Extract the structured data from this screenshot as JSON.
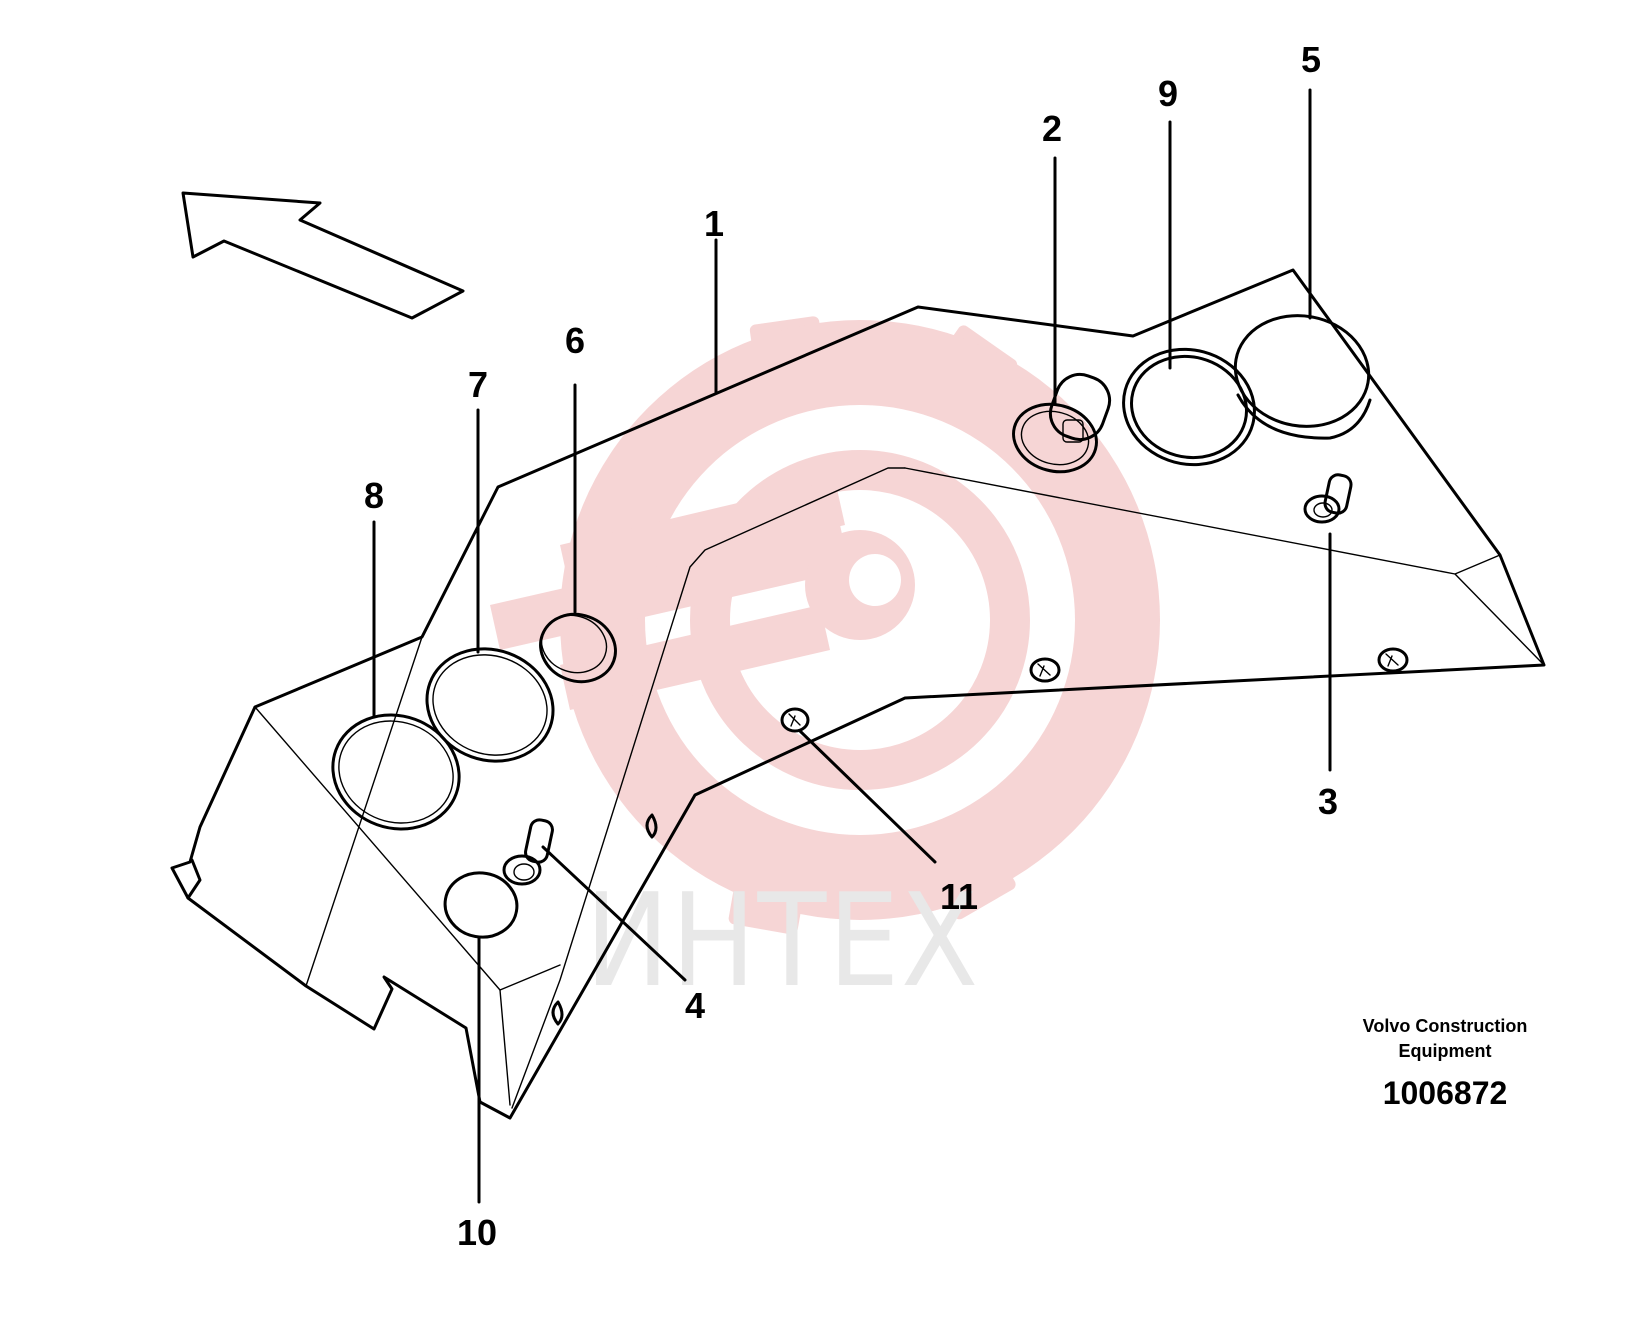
{
  "callouts": [
    {
      "id": "1",
      "label": "1"
    },
    {
      "id": "2",
      "label": "2"
    },
    {
      "id": "3",
      "label": "3"
    },
    {
      "id": "4",
      "label": "4"
    },
    {
      "id": "5",
      "label": "5"
    },
    {
      "id": "6",
      "label": "6"
    },
    {
      "id": "7",
      "label": "7"
    },
    {
      "id": "8",
      "label": "8"
    },
    {
      "id": "9",
      "label": "9"
    },
    {
      "id": "10",
      "label": "10"
    },
    {
      "id": "11",
      "label": "11"
    }
  ],
  "caption": {
    "maker_line1": "Volvo Construction",
    "maker_line2": "Equipment",
    "drawing_number": "1006872"
  },
  "watermark": {
    "text": "ИНТЕХ",
    "logo": "gear-wrench-logo",
    "colors": {
      "gear": "#f6d3d3",
      "text": "#e7e7e7"
    }
  },
  "direction_arrow": {
    "icon": "forward-direction-arrow-icon"
  }
}
